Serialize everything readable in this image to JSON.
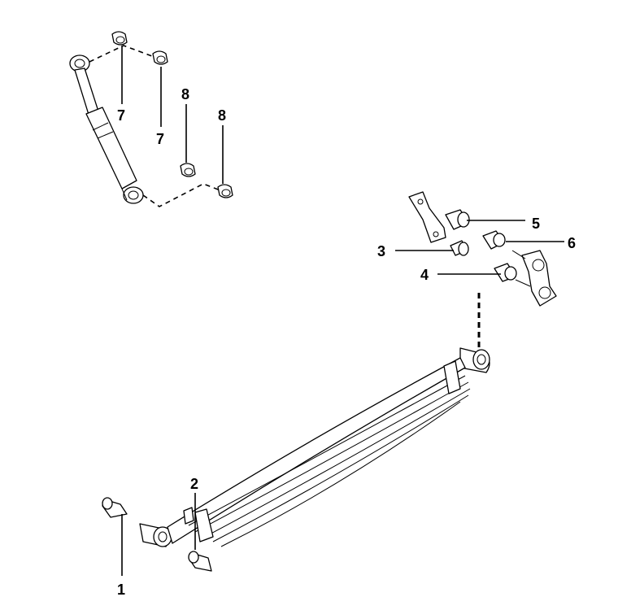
{
  "callouts": {
    "c1": "1",
    "c2": "2",
    "c3": "3",
    "c4": "4",
    "c5": "5",
    "c6": "6",
    "c7a": "7",
    "c7b": "7",
    "c8a": "8",
    "c8b": "8"
  }
}
